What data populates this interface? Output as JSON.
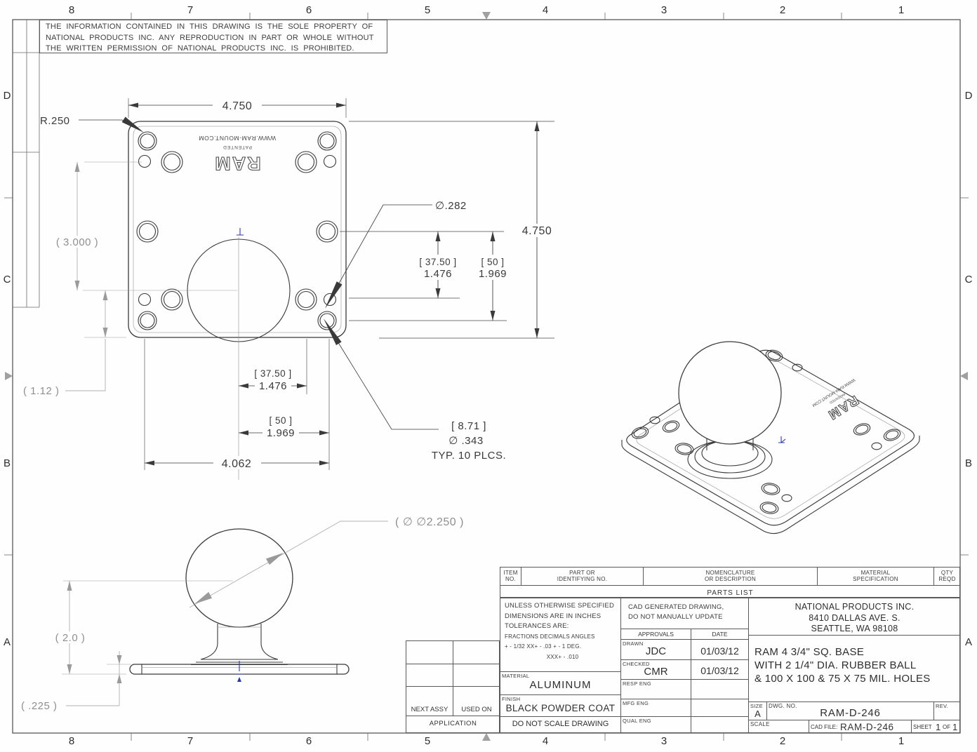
{
  "sheet": {
    "zones_top": [
      "8",
      "7",
      "6",
      "5",
      "4",
      "3",
      "2",
      "1"
    ],
    "zones_side": [
      "D",
      "C",
      "B",
      "A"
    ]
  },
  "disclaimer": {
    "line1": "THE  INFORMATION  CONTAINED  IN  THIS  DRAWING  IS  THE  SOLE  PROPERTY  OF",
    "line2": "NATIONAL PRODUCTS INC.  ANY  REPRODUCTION  IN  PART  OR  WHOLE  WITHOUT",
    "line3": "THE  WRITTEN  PERMISSION  OF  NATIONAL PRODUCTS INC.  IS  PROHIBITED."
  },
  "logo": {
    "brand": "RAM",
    "patented": "PATENTED",
    "url": "WWW.RAM-MOUNT.COM"
  },
  "top_view": {
    "width_top": "4.750",
    "corner_radius": "R.250",
    "ref_vertical": "( 3.000 )",
    "ref_offset": "( 1.12 )",
    "height_right": "4.750",
    "small_hole_dia": "∅.282",
    "v37_mm": "[ 37.50 ]",
    "v37_in": "1.476",
    "v50_mm": "[ 50 ]",
    "v50_in": "1.969",
    "h37_mm": "[ 37.50 ]",
    "h37_in": "1.476",
    "h50_mm": "[ 50 ]",
    "h50_in": "1.969",
    "bolt_span": "4.062",
    "holes_mm": "[ 8.71 ]",
    "holes_dia": "∅ .343",
    "holes_note": "TYP. 10 PLCS."
  },
  "front_view": {
    "ball_dia": "( ∅ ∅2.250 )",
    "ref_height": "( 2.0 )",
    "plate_thk": "( .225 )"
  },
  "parts_list": {
    "item1": "ITEM",
    "item2": "NO.",
    "part1": "PART   OR",
    "part2": "IDENTIFYING NO.",
    "nom1": "NOMENCLATURE",
    "nom2": "OR  DESCRIPTION",
    "mat1": "MATERIAL",
    "mat2": "SPECIFICATION",
    "qty1": "QTY",
    "qty2": "REQD",
    "title": "PARTS   LIST"
  },
  "title_block": {
    "tol1": "UNLESS  OTHERWISE  SPECIFIED",
    "tol2": "DIMENSIONS  ARE  IN  INCHES",
    "tol3": "TOLERANCES  ARE:",
    "tol4": "FRACTIONS    DECIMALS       ANGLES",
    "tol5": "+ - 1/32     XX+ - .03     + - 1 DEG.",
    "tol6": "XXX+ - .010",
    "material_label": "MATERIAL",
    "material": "ALUMINUM",
    "finish_label": "FINISH",
    "finish": "BLACK POWDER COAT",
    "no_scale": "DO  NOT  SCALE  DRAWING",
    "cad1": "CAD GENERATED DRAWING,",
    "cad2": "DO  NOT  MANUALLY  UPDATE",
    "approvals": "APPROVALS",
    "date": "DATE",
    "drawn_label": "DRAWN",
    "drawn": "JDC",
    "drawn_date": "01/03/12",
    "checked_label": "CHECKED",
    "checked": "CMR",
    "checked_date": "01/03/12",
    "resp_label": "RESP ENG",
    "mfg_label": "MFG ENG",
    "qual_label": "QUAL ENG",
    "company1": "NATIONAL PRODUCTS INC.",
    "company2": "8410 DALLAS AVE. S.",
    "company3": "SEATTLE, WA 98108",
    "title1": "RAM 4 3/4\" SQ. BASE",
    "title2": "WITH 2 1/4\" DIA. RUBBER BALL",
    "title3": "& 100 X 100 & 75 X 75 MIL. HOLES",
    "size_label": "SIZE",
    "size": "A",
    "dwg_label": "DWG. NO.",
    "dwg_no": "RAM-D-246",
    "rev_label": "REV.",
    "scale_label": "SCALE",
    "cadfile_label": "CAD  FILE:",
    "cadfile": "RAM-D-246",
    "sheet_label": "SHEET",
    "sheet_no": "1",
    "of_label": "OF",
    "sheet_total": "1"
  },
  "app_block": {
    "next_assy": "NEXT ASSY",
    "used_on": "USED ON",
    "application": "APPLICATION"
  }
}
